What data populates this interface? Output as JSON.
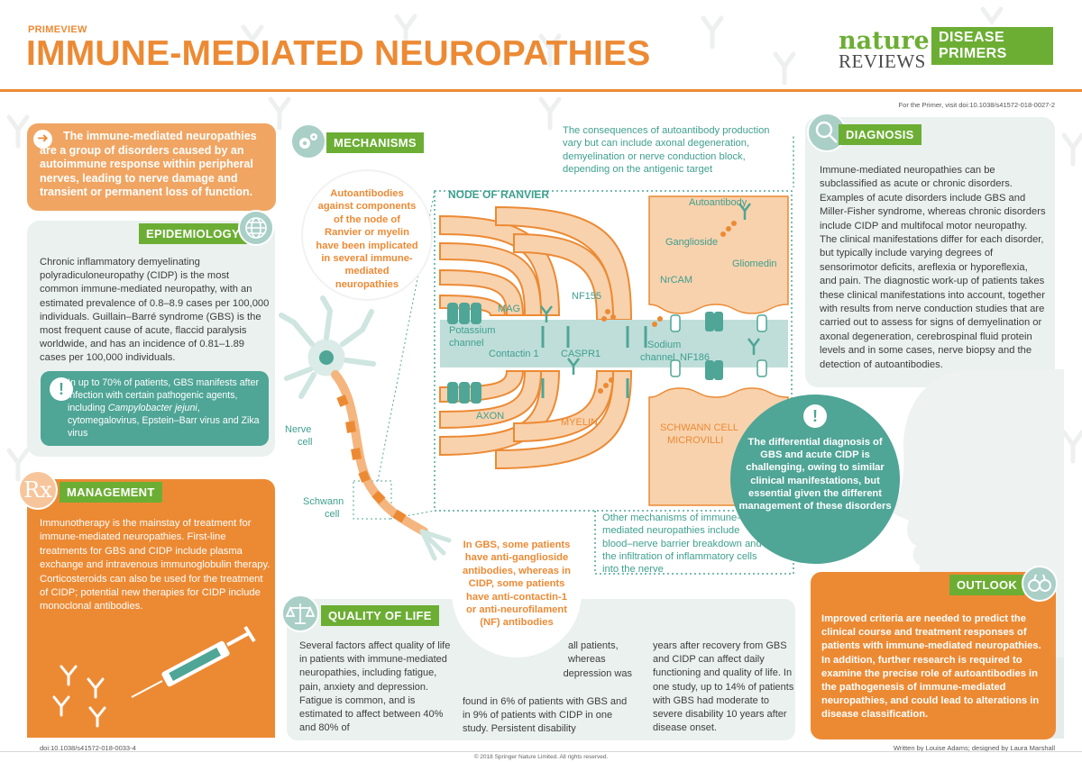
{
  "header": {
    "kicker": "PRIMEVIEW",
    "title": "IMMUNE-MEDIATED NEUROPATHIES",
    "brand_nature": "nature",
    "brand_reviews": "REVIEWS",
    "brand_box_line1": "DISEASE",
    "brand_box_line2": "PRIMERS",
    "visit_note": "For the Primer, visit doi:10.1038/s41572-018-0027-2"
  },
  "intro": {
    "text": "The immune-mediated neuropathies are a group of disorders caused by an autoimmune response within peripheral nerves, leading to nerve damage and transient or permanent loss of function."
  },
  "epidemiology": {
    "label": "EPIDEMIOLOGY",
    "text": "Chronic inflammatory demyelinating polyradiculoneuropathy (CIDP) is the most common immune-mediated neuropathy, with an estimated prevalence of 0.8–8.9 cases per 100,000 individuals. Guillain–Barré syndrome (GBS) is the most frequent cause of acute, flaccid paralysis worldwide, and has an incidence of 0.81–1.89 cases per 100,000 individuals.",
    "callout_pre": "In up to 70% of patients, GBS manifests after infection with certain pathogenic agents, including ",
    "callout_italic": "Campylobacter jejuni",
    "callout_post": ", cytomegalovirus, Epstein–Barr virus and Zika virus"
  },
  "management": {
    "label": "MANAGEMENT",
    "rx": "Rx",
    "text": "Immunotherapy is the mainstay of treatment for immune-mediated neuropathies. First-line treatments for GBS and CIDP include plasma exchange and intravenous immunoglobulin therapy. Corticosteroids can also be used for the treatment of CIDP; potential new therapies for CIDP include monoclonal antibodies."
  },
  "mechanisms": {
    "label": "MECHANISMS",
    "autoantibodies": "Autoantibodies against components of the node of Ranvier or myelin have been implicated in several immune-mediated neuropathies",
    "consequences": "The consequences of autoantibody production vary but can include axonal degeneration, demyelination or nerve conduction block, depending on the antigenic target",
    "node_label": "NODE OF RANVIER",
    "other": "Other mechanisms of immune-mediated neuropathies include blood–nerve barrier breakdown and the infiltration of inflammatory cells into the nerve",
    "gbs": "In GBS, some patients have anti-ganglioside antibodies, whereas in CIDP, some patients have anti-contactin-1 or anti-neurofilament (NF) antibodies",
    "labels": {
      "autoantibody": "Autoantibody",
      "ganglioside": "Ganglioside",
      "gliomedin": "Gliomedin",
      "nrcam": "NrCAM",
      "nf155": "NF155",
      "mag": "MAG",
      "potassium": "Potassium",
      "channel": "channel",
      "contactin": "Contactin 1",
      "caspr": "CASPR1",
      "sodium": "Sodium",
      "sodium_channel": "channel",
      "nf186": "NF186",
      "axon": "AXON",
      "myelin": "MYELIN",
      "schwann1": "SCHWANN CELL",
      "schwann2": "MICROVILLI",
      "nerve1": "Nerve",
      "nerve2": "cell",
      "schwann_cell1": "Schwann",
      "schwann_cell2": "cell"
    }
  },
  "quality_of_life": {
    "label": "QUALITY OF LIFE",
    "col1": "Several factors affect quality of life in patients with immune-mediated neuropathies, including fatigue, pain, anxiety and depression. Fatigue is common, and is estimated to affect between 40% and 80% of",
    "col2a": "all patients, whereas",
    "col2b": "depression was",
    "col2c": "found in 6% of patients with GBS and in 9% of patients with CIDP in one study. Persistent disability",
    "col3": "years after recovery from GBS and CIDP can affect daily functioning and quality of life. In one study, up to 14% of patients with GBS had moderate to severe disability 10 years after disease onset."
  },
  "diagnosis": {
    "label": "DIAGNOSIS",
    "text": "Immune-mediated neuropathies can be subclassified as acute or chronic disorders. Examples of acute disorders include GBS and Miller-Fisher syndrome, whereas chronic disorders include CIDP and multifocal motor neuropathy. The clinical manifestations differ for each disorder, but typically include varying degrees of sensorimotor deficits, areflexia or hyporeflexia, and pain. The diagnostic work-up of patients takes these clinical manifestations into account, together with results from nerve conduction studies that are carried out to assess for signs of demyelination or axonal degeneration, cerebrospinal fluid protein levels and in some cases, nerve biopsy and the detection of autoantibodies.",
    "differential": "The differential diagnosis of GBS and acute CIDP is challenging, owing to similar clinical manifestations, but essential given the different management of these disorders"
  },
  "outlook": {
    "label": "OUTLOOK",
    "text": "Improved criteria are needed to predict the clinical course and treatment responses of patients with immune-mediated neuropathies. In addition, further research is required to examine the precise role of autoantibodies in the pathogenesis of immune-mediated neuropathies, and could lead to alterations in disease classification."
  },
  "footer": {
    "doi": "doi:10.1038/s41572-018-0033-4",
    "credit": "Written by Louise Adams; designed by Laura Marshall",
    "copyright": "© 2018 Springer Nature Limited. All rights reserved."
  },
  "icons": {
    "intro": "arrow-right-icon",
    "epidemiology": "globe-icon",
    "management": "rx-icon",
    "mechanisms": "gears-icon",
    "quality": "scales-icon",
    "diagnosis": "magnifier-icon",
    "outlook": "binoculars-icon",
    "alert": "exclamation-icon"
  },
  "colors": {
    "orange": "#ec8a34",
    "light_orange": "#f0a563",
    "green": "#6cae34",
    "teal": "#4fa596",
    "pale_teal": "#eaf1ef"
  }
}
